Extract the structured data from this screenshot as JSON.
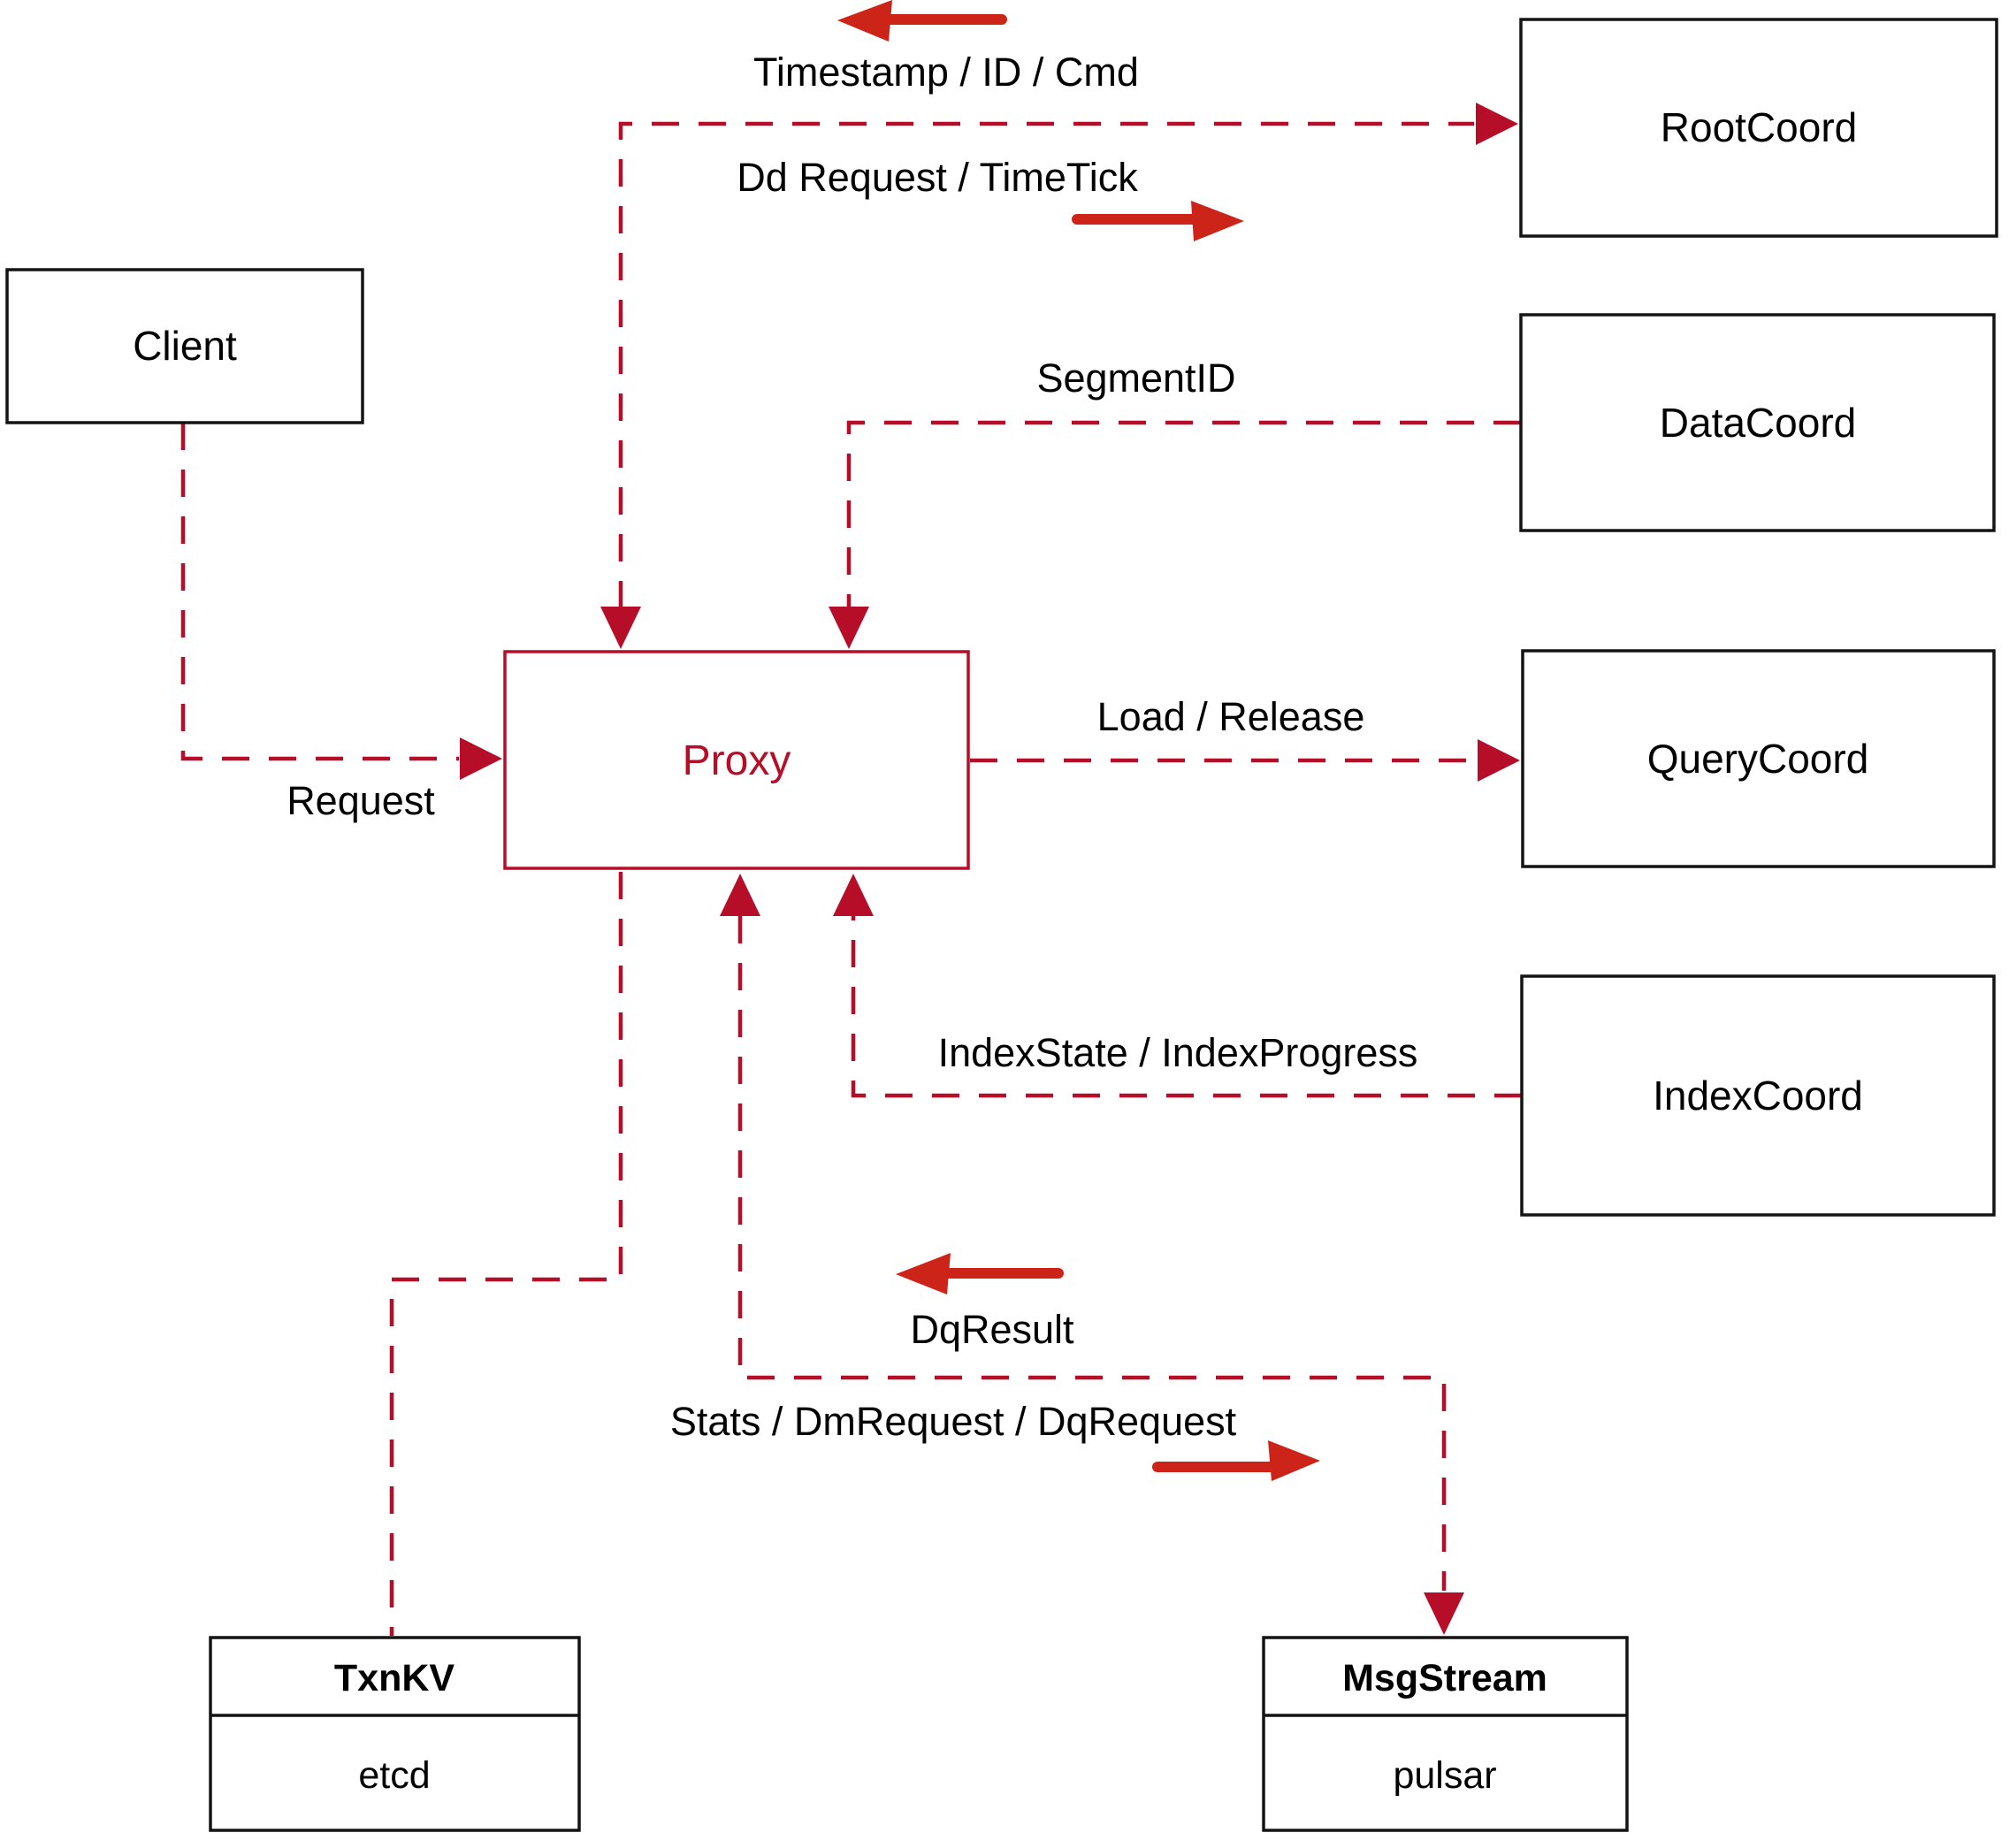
{
  "colors": {
    "line_red": "#b60e28",
    "arrow_red": "#cc2418",
    "box_border": "#141414",
    "text_black": "#000000"
  },
  "nodes": {
    "client": {
      "label": "Client"
    },
    "proxy": {
      "label": "Proxy"
    },
    "root_coord": {
      "label": "RootCoord"
    },
    "data_coord": {
      "label": "DataCoord"
    },
    "query_coord": {
      "label": "QueryCoord"
    },
    "index_coord": {
      "label": "IndexCoord"
    },
    "txn_kv": {
      "title": "TxnKV",
      "impl": "etcd"
    },
    "msg_stream": {
      "title": "MsgStream",
      "impl": "pulsar"
    }
  },
  "edges": {
    "client_proxy": {
      "label": "Request"
    },
    "proxy_root": {
      "label_response": "Timestamp / ID / Cmd",
      "label_request": "Dd Request / TimeTick"
    },
    "data_proxy": {
      "label": "SegmentID"
    },
    "proxy_query": {
      "label": "Load / Release"
    },
    "index_proxy": {
      "label": "IndexState / IndexProgress"
    },
    "msg_proxy": {
      "label_response": "DqResult",
      "label_request": "Stats / DmRequest / DqRequest"
    }
  }
}
